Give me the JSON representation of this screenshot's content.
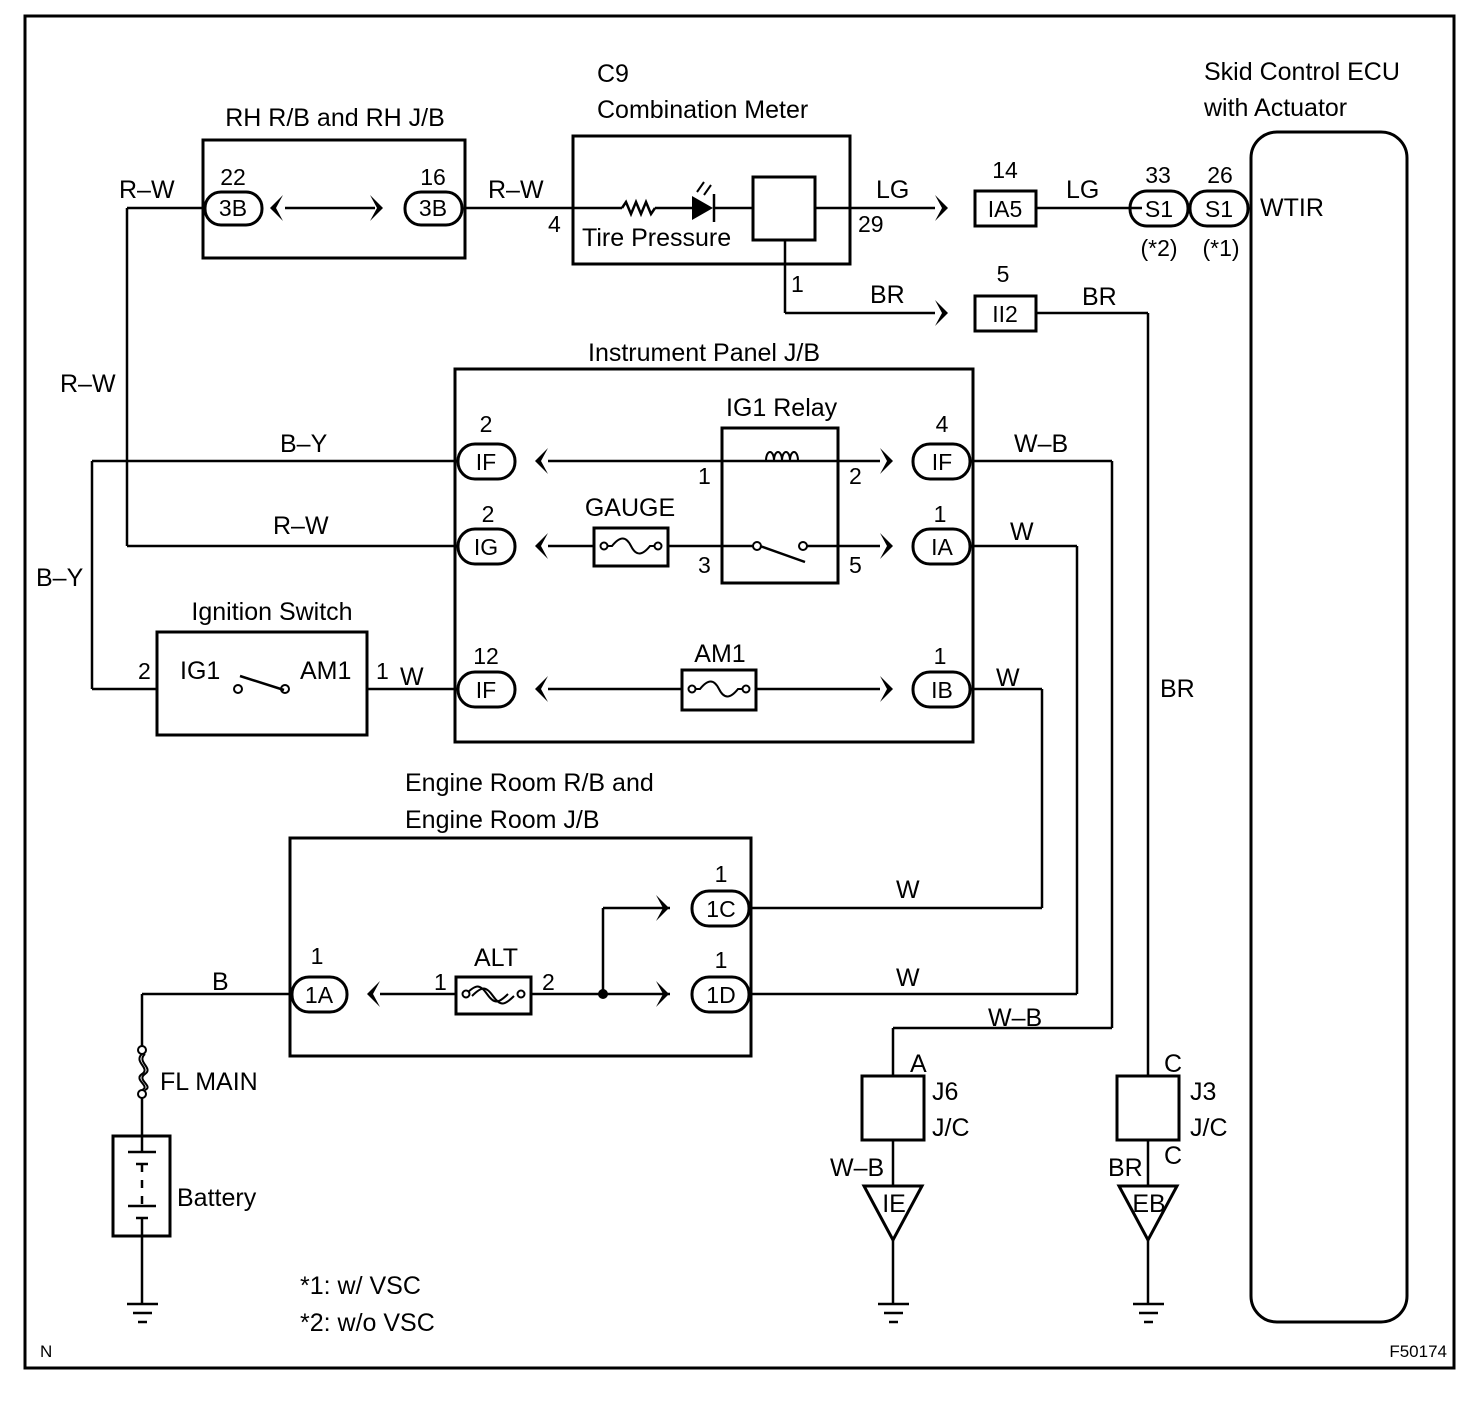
{
  "components": {
    "rh_rb_jb": {
      "title": "RH R/B and RH J/B",
      "pin_left": "22",
      "pin_right": "16",
      "conn_left": "3B",
      "conn_right": "3B"
    },
    "combination_meter": {
      "code": "C9",
      "title": "Combination Meter",
      "indicator": "Tire Pressure",
      "pin_in": "4",
      "pin_out": "29",
      "pin_gnd": "1"
    },
    "ia5": {
      "pin": "14",
      "label": "IA5"
    },
    "ii2": {
      "pin": "5",
      "label": "II2"
    },
    "skid_ecu": {
      "title_line1": "Skid Control ECU",
      "title_line2": "with Actuator",
      "terminal": "WTIR",
      "pin_a": "33",
      "pin_b": "26",
      "conn_a": "S1",
      "conn_b": "S1",
      "note_a": "(*2)",
      "note_b": "(*1)"
    },
    "instrument_jb": {
      "title": "Instrument Panel J/B",
      "relay": "IG1 Relay",
      "gauge_fuse": "GAUGE",
      "am1_fuse": "AM1",
      "relay_pins": {
        "p1": "1",
        "p2": "2",
        "p3": "3",
        "p5": "5"
      },
      "conn_if_top": {
        "pin": "2",
        "label": "IF"
      },
      "conn_ig": {
        "pin": "2",
        "label": "IG"
      },
      "conn_if_bottom": {
        "pin": "12",
        "label": "IF"
      },
      "conn_if_right": {
        "pin": "4",
        "label": "IF"
      },
      "conn_ia": {
        "pin": "1",
        "label": "IA"
      },
      "conn_ib": {
        "pin": "1",
        "label": "IB"
      }
    },
    "ignition_switch": {
      "title": "Ignition Switch",
      "ig1": "IG1",
      "am1": "AM1",
      "pin_left": "2",
      "pin_right": "1"
    },
    "engine_room": {
      "title_line1": "Engine Room R/B and",
      "title_line2": "Engine Room J/B",
      "alt_fuse": "ALT",
      "alt_pin_left": "1",
      "alt_pin_right": "2",
      "conn_1a": {
        "pin": "1",
        "label": "1A"
      },
      "conn_1c": {
        "pin": "1",
        "label": "1C"
      },
      "conn_1d": {
        "pin": "1",
        "label": "1D"
      }
    },
    "fl_main": "FL MAIN",
    "battery": "Battery",
    "j6": {
      "terminal": "A",
      "name": "J6",
      "type": "J/C"
    },
    "j3": {
      "terminal_top": "C",
      "terminal_bottom": "C",
      "name": "J3",
      "type": "J/C"
    },
    "ground_ie": "IE",
    "ground_eb": "EB"
  },
  "wires": {
    "rw_left": "R–W",
    "rw_mid": "R–W",
    "rw_vertical": "R–W",
    "rw_ig": "R–W",
    "lg_1": "LG",
    "lg_2": "LG",
    "br_1": "BR",
    "br_2": "BR",
    "br_vertical": "BR",
    "by_top": "B–Y",
    "by_vertical": "B–Y",
    "wb_right": "W–B",
    "wb_bottom": "W–B",
    "wb_ground": "W–B",
    "br_ground": "BR",
    "w_ia": "W",
    "w_ib": "W",
    "w_ign": "W",
    "w_1c": "W",
    "w_1d": "W",
    "b_battery": "B"
  },
  "notes": {
    "note1": "*1: w/ VSC",
    "note2": "*2: w/o VSC"
  },
  "footer": {
    "left": "N",
    "right": "F50174"
  }
}
